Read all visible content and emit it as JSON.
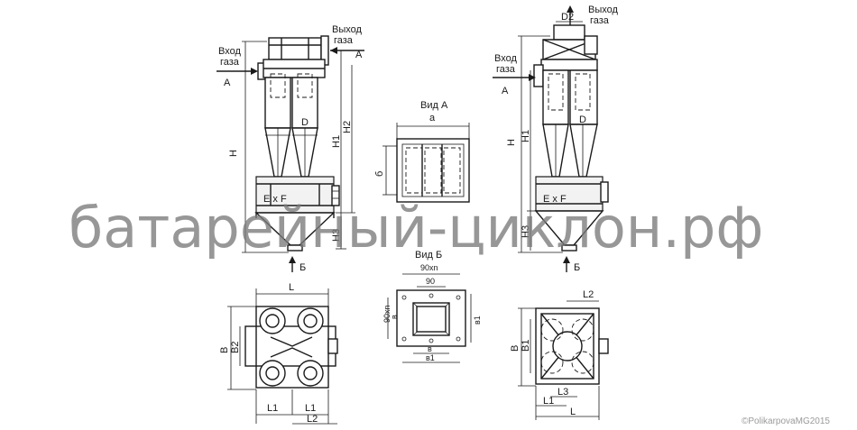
{
  "labels": {
    "vhod_gaza_1": "Вход",
    "vhod_gaza_2": "газа",
    "vyhod_gaza_1": "Выход",
    "vyhod_gaza_2": "газа",
    "A": "А",
    "B": "Б",
    "H": "H",
    "H1": "H1",
    "H2": "H2",
    "H3": "H3",
    "D": "D",
    "D2": "D2",
    "ExF": "E x F",
    "vid_A": "Вид А",
    "vid_B": "Вид Б",
    "a": "а",
    "b6": "б",
    "n90": "90хn",
    "n90b": "90",
    "v": "в",
    "v1": "в1",
    "L": "L",
    "L1": "L1",
    "L2": "L2",
    "L3": "L3",
    "Bdim": "B",
    "B1": "B1",
    "B2": "B2"
  },
  "watermark": "батарейный-циклон.рф",
  "copyright": "©PolikarpovaMG2015"
}
